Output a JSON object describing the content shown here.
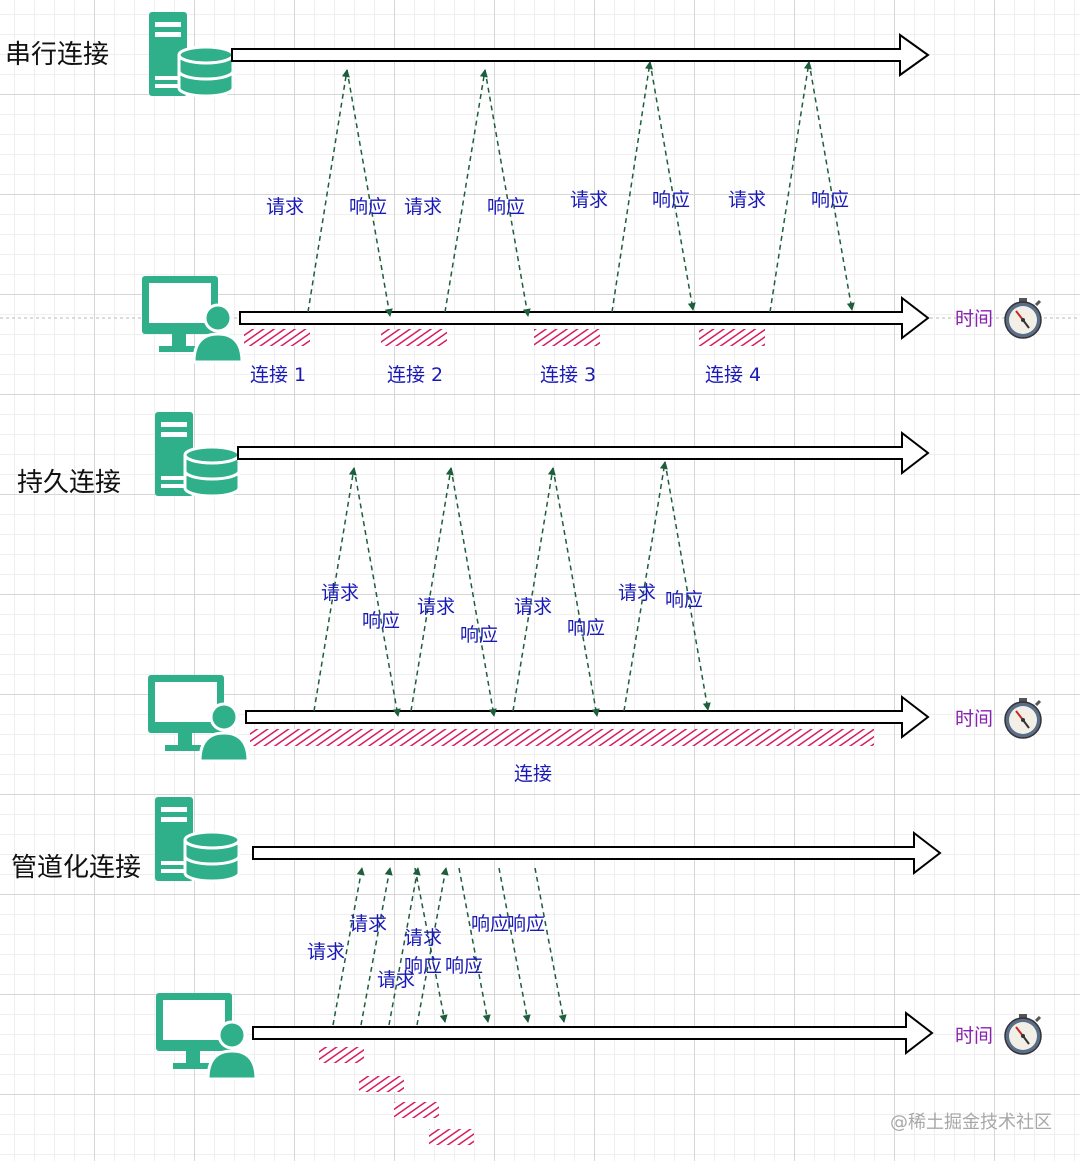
{
  "colors": {
    "icon_green": "#2fb08a",
    "arrow_dash": "#1d5e3c",
    "label_blue": "#1a1ab8",
    "time_purple": "#8a1fb0",
    "connection_hatch": "#d81b60"
  },
  "icons": [
    "server-icon",
    "client-computer-icon",
    "stopwatch-icon"
  ],
  "sections": {
    "serial": {
      "title": "串行连接",
      "request_label": "请求",
      "response_label": "响应",
      "time_label": "时间",
      "connections": [
        "连接 1",
        "连接 2",
        "连接 3",
        "连接 4"
      ]
    },
    "persistent": {
      "title": "持久连接",
      "request_label": "请求",
      "response_label": "响应",
      "time_label": "时间",
      "connection_label": "连接"
    },
    "pipelined": {
      "title": "管道化连接",
      "request_label": "请求",
      "response_label": "响应",
      "time_label": "时间"
    }
  },
  "watermark": "@稀土掘金技术社区"
}
